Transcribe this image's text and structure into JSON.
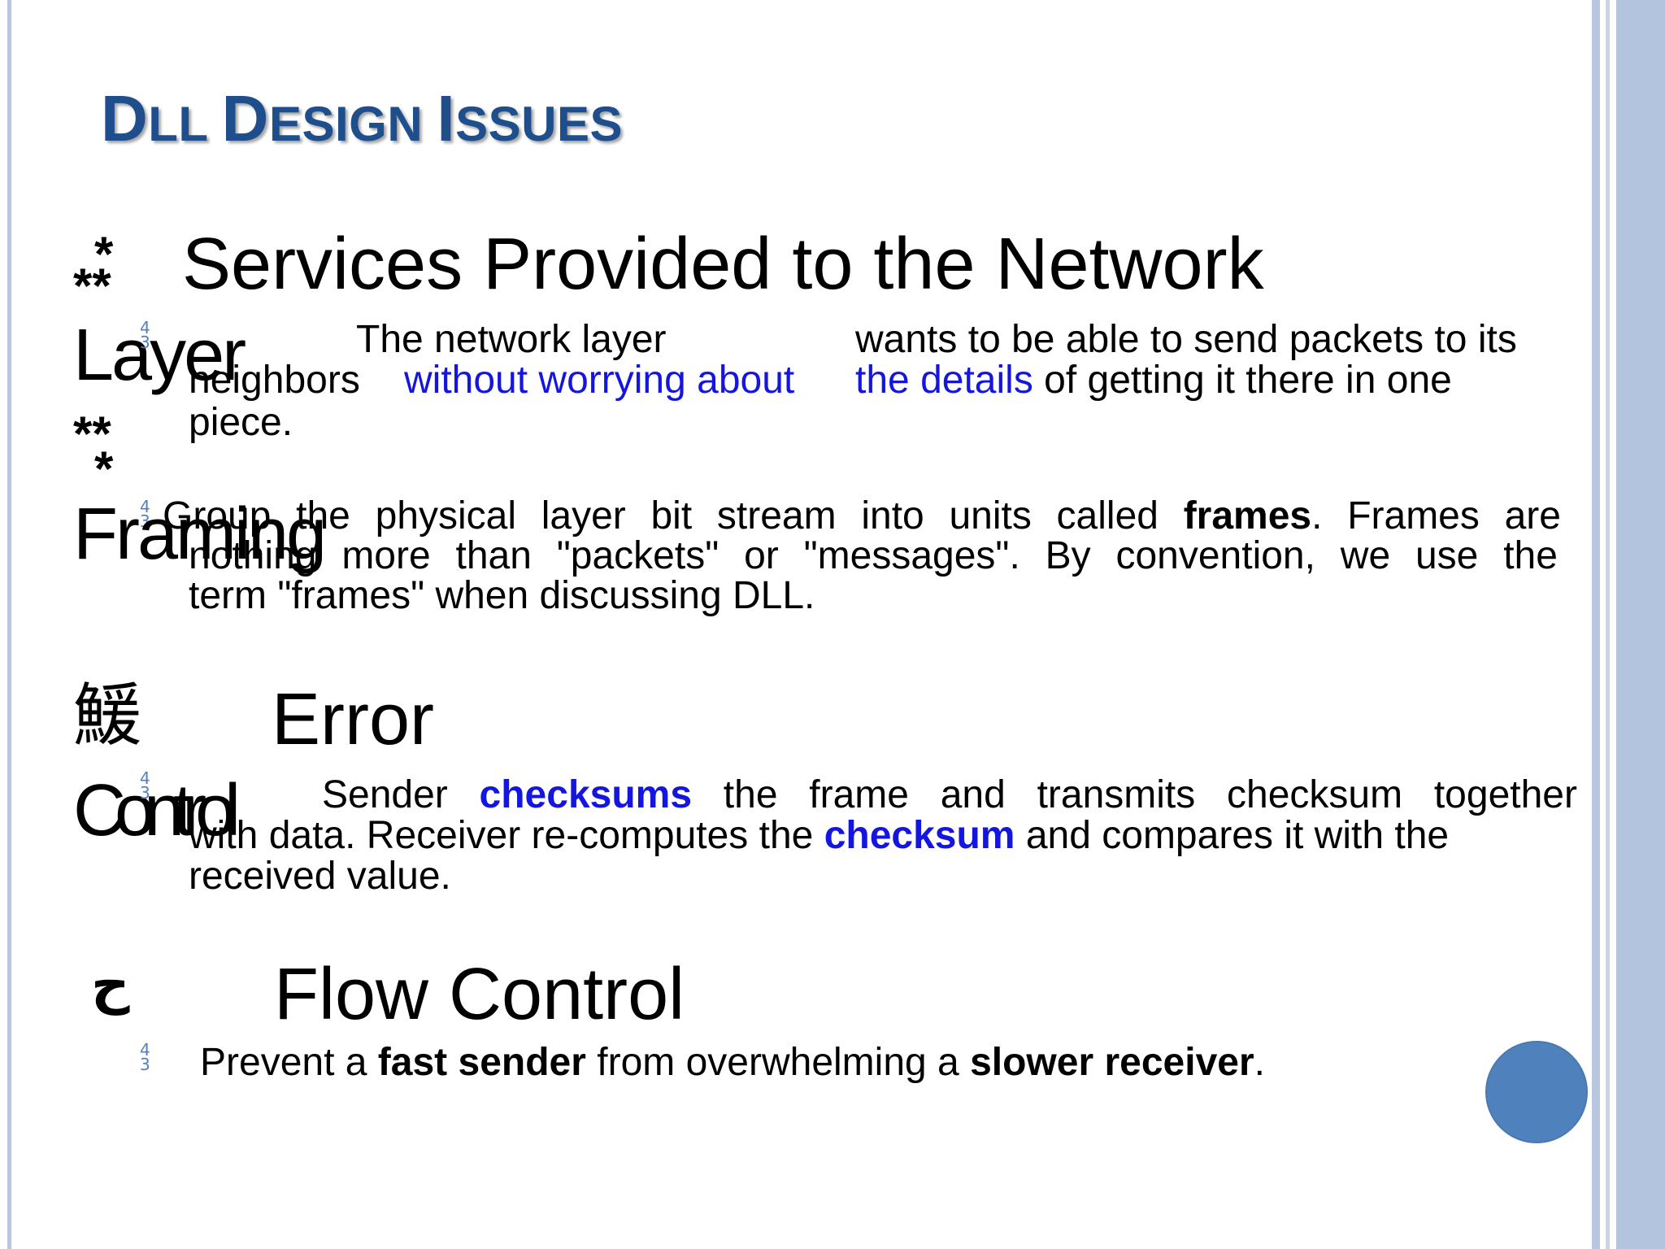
{
  "title": {
    "cap1": "D",
    "rest1": "LL ",
    "cap2": "D",
    "rest2": "ESIGN ",
    "cap3": "I",
    "rest3": "SSUES"
  },
  "bullet_symbol": "4/3",
  "section1": {
    "symbol_top": "*",
    "symbol_mid": "**",
    "heading": "Services Provided to the Network",
    "heading_overflow": "Layer",
    "symbol_bottom1": "**",
    "symbol_bottom2": "*",
    "line1_a": "The  network  layer",
    "line1_b": "wants to be able to send packets to its",
    "line2_a": "neighbors",
    "line2_blue1": "without worrying about",
    "line2_blue2": "the details",
    "line2_rest": " of getting it there in one",
    "line3": "piece."
  },
  "section2": {
    "heading": "Framing",
    "line1_words": [
      "Group",
      "the",
      "physical",
      "layer",
      "bit",
      "stream",
      "into",
      "units",
      "called"
    ],
    "line1_bold": "frames",
    "line1_after": ".",
    "line1_tail": [
      "Frames",
      "are"
    ],
    "line2_words": [
      "nothing",
      "more",
      "than",
      "\"packets\"",
      "or",
      "\"messages\".",
      "By",
      "convention,",
      "we",
      "use",
      "the"
    ],
    "line3": "term \"frames\" when discussing DLL."
  },
  "section3": {
    "symbol": "鰀",
    "heading": "Error",
    "heading_overflow": "Control",
    "line1_a": "Sender",
    "line1_bold_blue": "checksums",
    "line1_words": [
      "the",
      "frame",
      "and",
      "transmits",
      "checksum",
      "together"
    ],
    "line2_a": "with  data. Receiver re-computes the ",
    "line2_bold_blue": "checksum",
    "line2_b": " and compares it with the",
    "line3": "received value."
  },
  "section4": {
    "symbol": "ح",
    "heading": "Flow Control",
    "line1_a": "Prevent a ",
    "line1_bold1": "fast sender",
    "line1_b": " from overwhelming a ",
    "line1_bold2": "slower receiver",
    "line1_c": "."
  },
  "colors": {
    "title": "#1f4e8c",
    "link_blue": "#1515e0",
    "frame": "#b8c7dd",
    "circle": "#4f81bd"
  }
}
